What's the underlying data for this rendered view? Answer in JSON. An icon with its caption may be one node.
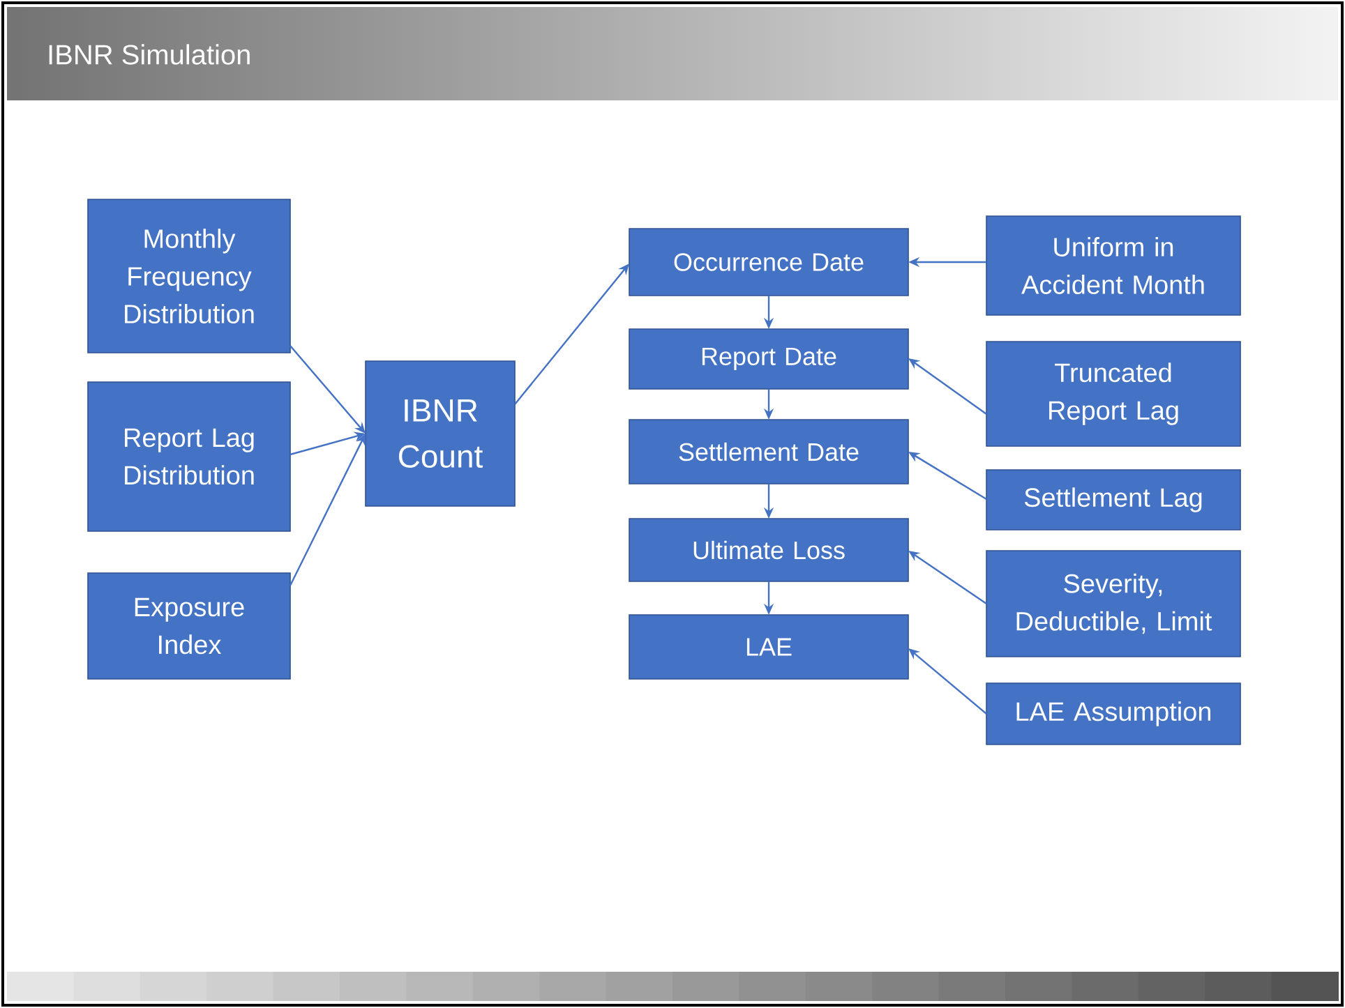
{
  "diagram": {
    "title": "IBNR Simulation",
    "nodes": [
      {
        "text": [
          "Monthly Frequency Distribution"
        ]
      },
      {
        "text": [
          "Report Lag Distribution"
        ]
      },
      {
        "text": [
          "Exposure Index"
        ]
      },
      {
        "text": [
          "IBNR Count"
        ]
      },
      {
        "text": [
          "Occurrence Date"
        ]
      },
      {
        "text": [
          "Report Date"
        ]
      },
      {
        "text": [
          "Settlement Date"
        ]
      },
      {
        "text": [
          "Ultimate Loss"
        ]
      },
      {
        "text": [
          "LAE"
        ]
      },
      {
        "text": [
          "Uniform in Accident Month"
        ]
      },
      {
        "text": [
          "Truncated Report Lag"
        ]
      },
      {
        "text": [
          "Settlement Lag"
        ]
      },
      {
        "text": [
          "Severity, Deductible, Limit"
        ]
      },
      {
        "text": [
          "LAE Assumption"
        ]
      }
    ],
    "edges": [
      {
        "from": 0,
        "to": 3,
        "arrow": "to"
      },
      {
        "from": 1,
        "to": 3,
        "arrow": "to"
      },
      {
        "from": 2,
        "to": 3,
        "arrow": "to"
      },
      {
        "from": 3,
        "to": 4,
        "arrow": "to"
      },
      {
        "from": 4,
        "to": 5,
        "arrow": "to"
      },
      {
        "from": 5,
        "to": 6,
        "arrow": "to"
      },
      {
        "from": 6,
        "to": 7,
        "arrow": "to"
      },
      {
        "from": 7,
        "to": 8,
        "arrow": "to"
      },
      {
        "from": 9,
        "to": 4,
        "arrow": "to"
      },
      {
        "from": 10,
        "to": 5,
        "arrow": "to"
      },
      {
        "from": 11,
        "to": 6,
        "arrow": "to"
      },
      {
        "from": 12,
        "to": 7,
        "arrow": "to"
      },
      {
        "from": 13,
        "to": 8,
        "arrow": "to"
      }
    ]
  }
}
